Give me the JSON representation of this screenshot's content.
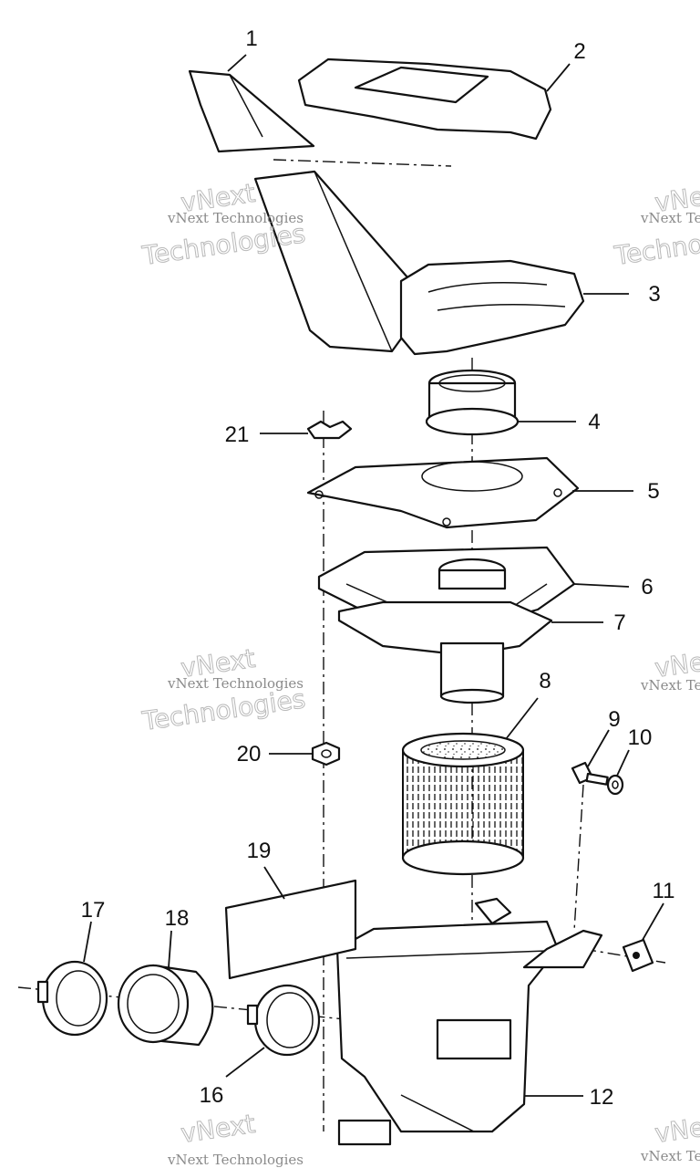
{
  "diagram": {
    "callouts": [
      "1",
      "2",
      "3",
      "4",
      "5",
      "6",
      "7",
      "8",
      "9",
      "10",
      "11",
      "12",
      "16",
      "17",
      "18",
      "19",
      "20",
      "21"
    ]
  },
  "watermark": {
    "line": "vNext Technologies",
    "outline_word": "Technologies",
    "outline_top": "vNext"
  }
}
